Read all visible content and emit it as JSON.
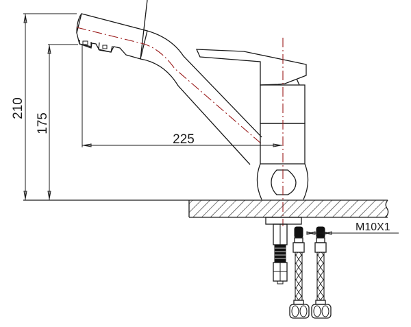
{
  "drawing": {
    "title": "Kitchen faucet side-view technical drawing",
    "units": "mm",
    "line_color": "#1a1a1a",
    "centerline_color": "#9b1c1c"
  },
  "dimensions": {
    "overall_height": "210",
    "spout_outlet_height": "175",
    "spout_reach": "225"
  },
  "labels": {
    "connection_thread": "M10X1"
  },
  "components": [
    {
      "name": "spout",
      "description": "angled spout with dual outlets"
    },
    {
      "name": "lever-handle",
      "description": "single lever mixer handle"
    },
    {
      "name": "body",
      "description": "cylindrical mixer body"
    },
    {
      "name": "base",
      "description": "base with oval cutout"
    },
    {
      "name": "countertop",
      "description": "hatched mounting surface"
    },
    {
      "name": "mounting-stud",
      "description": "threaded mounting stud with nut"
    },
    {
      "name": "hoses",
      "count": 2,
      "description": "braided flexible supply hoses"
    }
  ]
}
